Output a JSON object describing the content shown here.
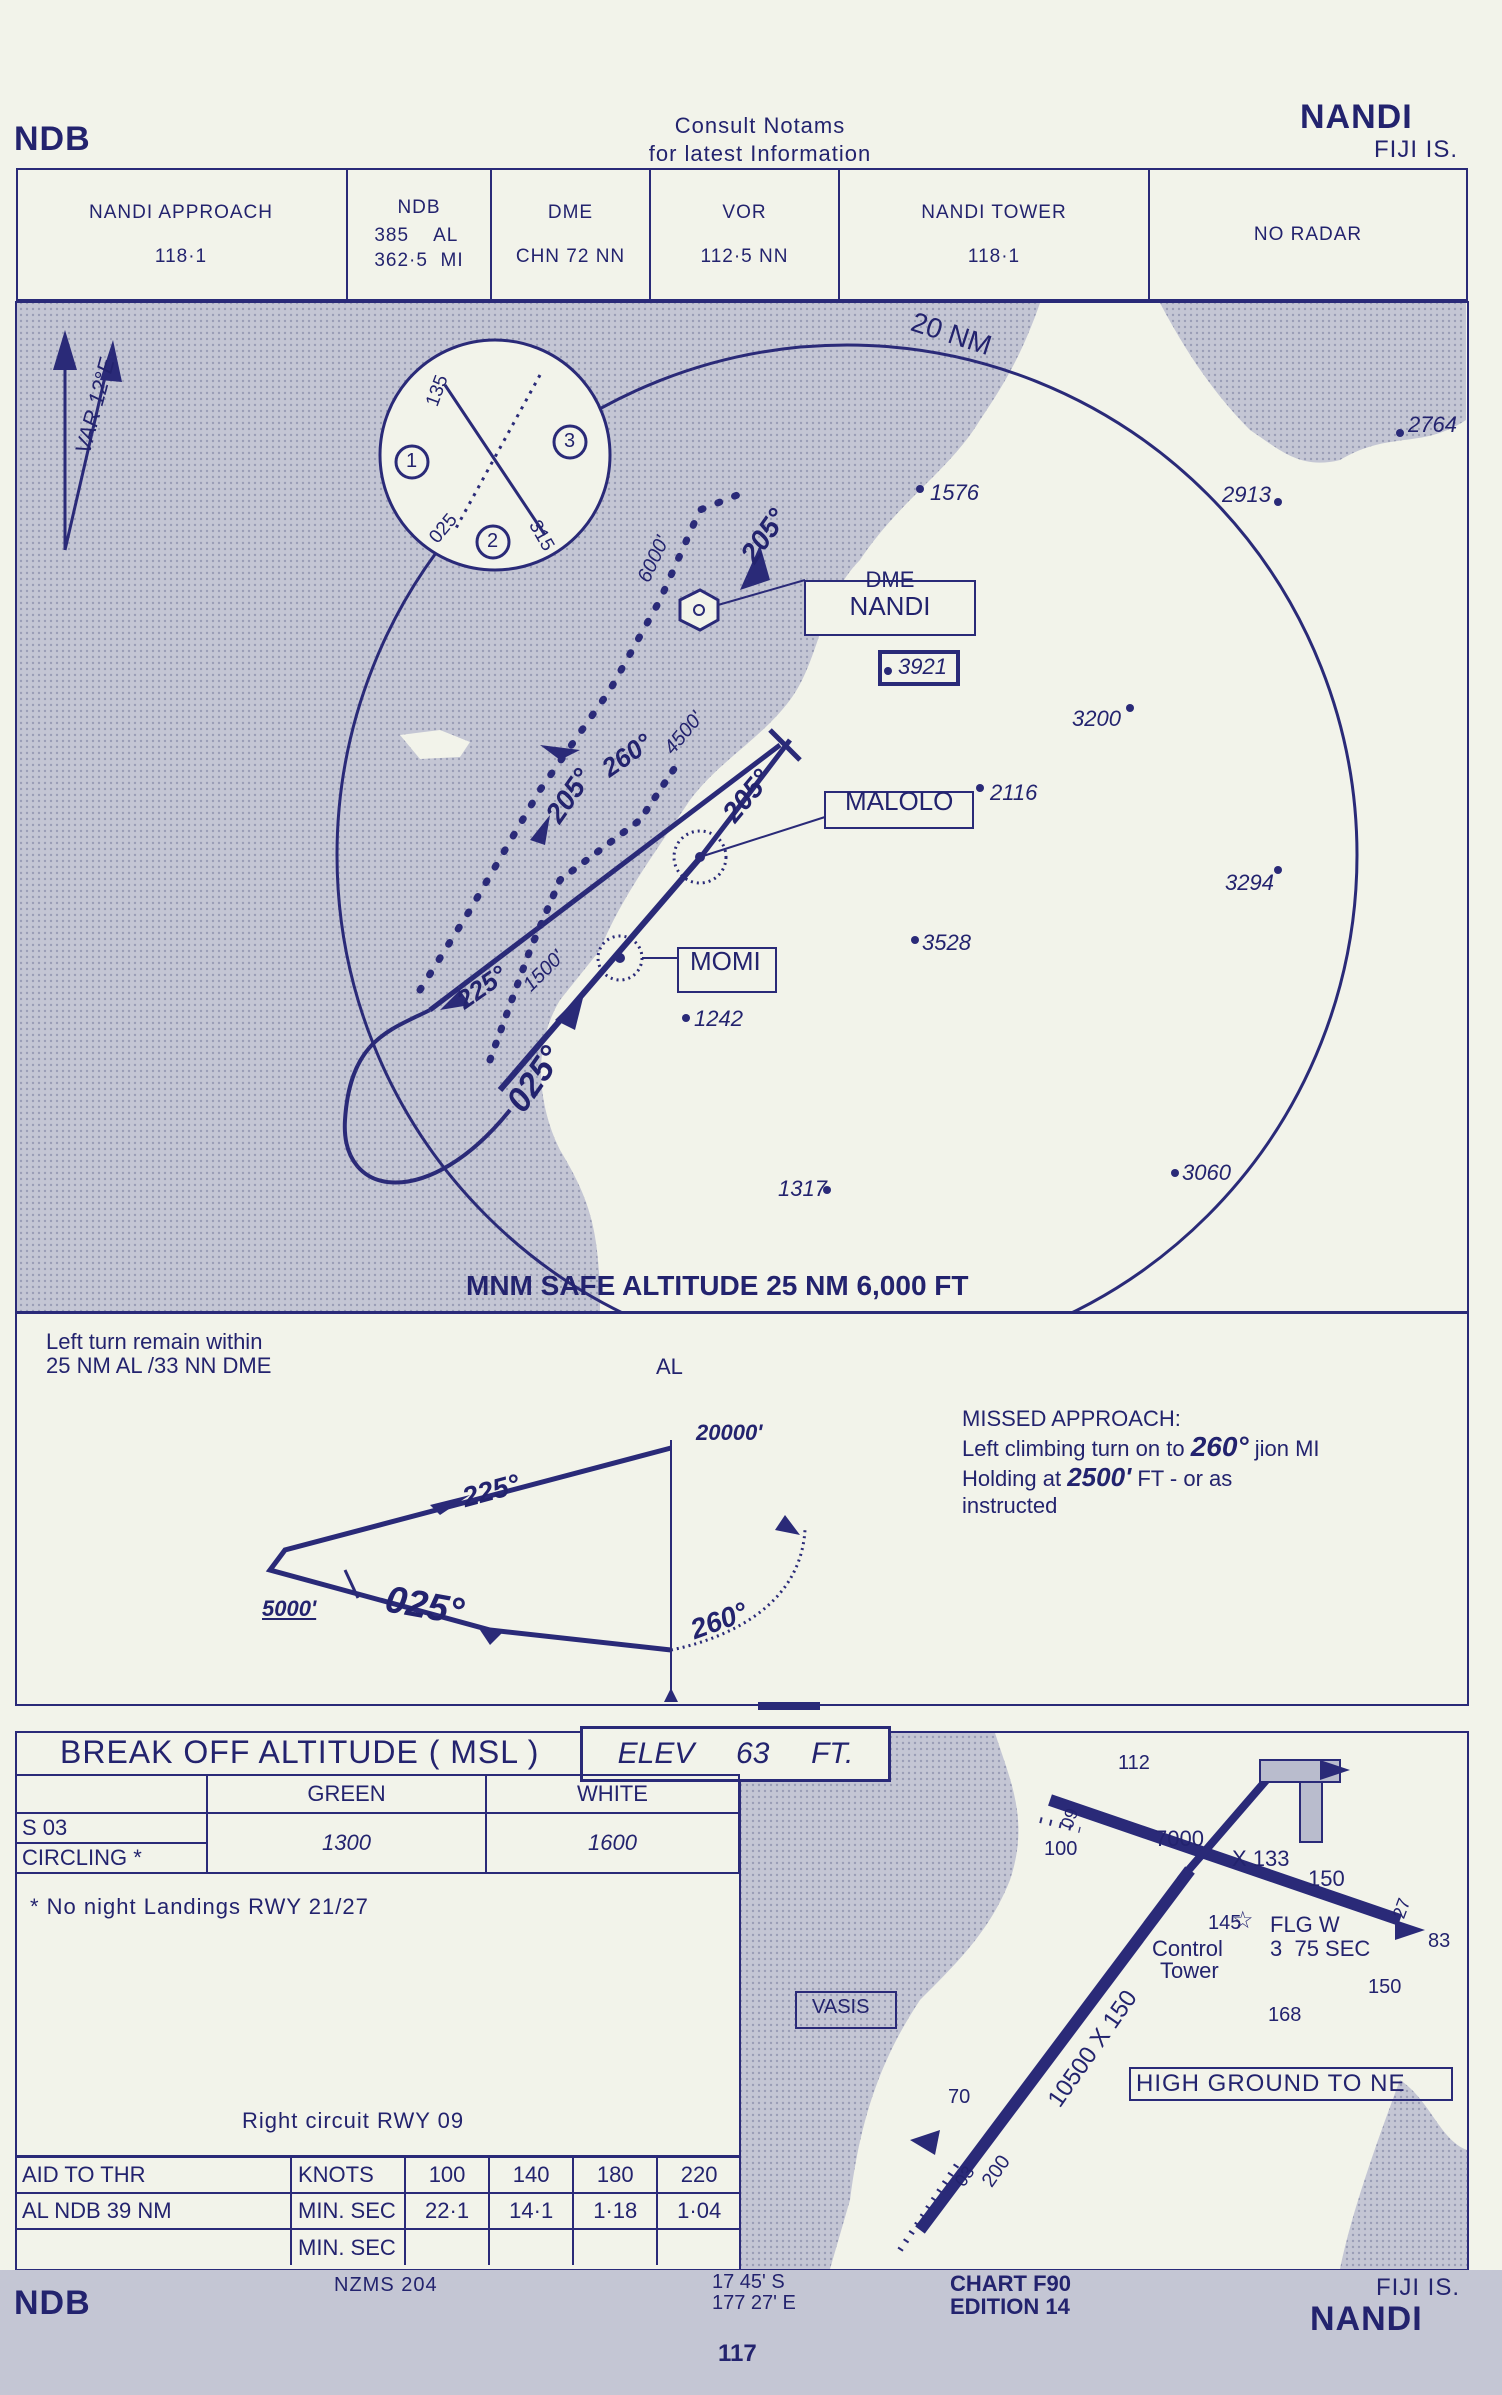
{
  "header": {
    "left": "NDB",
    "notice_line1": "Consult  Notams",
    "notice_line2": "for  latest  Information",
    "title": "NANDI",
    "subtitle": "FIJI IS."
  },
  "frequencies": [
    {
      "label": "NANDI APPROACH",
      "value": "118·1"
    },
    {
      "label": "NDB",
      "value": "385    AL\n362·5  MI"
    },
    {
      "label": "DME",
      "value": "CHN  72  NN"
    },
    {
      "label": "VOR",
      "value": "112·5  NN"
    },
    {
      "label": "NANDI TOWER",
      "value": "118·1"
    },
    {
      "label": "NO RADAR",
      "value": ""
    }
  ],
  "plan": {
    "var_label": "VAR 12°E",
    "ring_label": "20 NM",
    "dme_box_line1": "DME",
    "dme_box_line2": "NANDI",
    "malolo_label": "MALOLO",
    "momi_label": "MOMI",
    "elev_box": "3921",
    "spot_heights": [
      "2764",
      "2913",
      "1576",
      "3200",
      "2116",
      "3294",
      "3528",
      "1242",
      "1317",
      "3060"
    ],
    "track_labels": [
      "205°",
      "260°",
      "4500'",
      "205°",
      "205°",
      "225°",
      "1500'",
      "025°",
      "6000'"
    ],
    "hold_labels": [
      "135",
      "025",
      "315",
      "1",
      "2",
      "3"
    ],
    "msa": "MNM SAFE ALTITUDE 25 NM  6,000 FT"
  },
  "profile": {
    "note_line1": "Left turn remain within",
    "note_line2": "25 NM AL   /33 NN DME",
    "beacon": "AL",
    "alt_top": "20000'",
    "alt_low": "5000'",
    "trk_out": "225°",
    "trk_in": "025°",
    "trk_missed": "260°",
    "missed_title": "MISSED APPROACH:",
    "missed_l1a": "Left climbing turn on  to ",
    "missed_l1b": "260°",
    "missed_l1c": " jion MI",
    "missed_l2a": "Holding at ",
    "missed_l2b": "2500'",
    "missed_l2c": "  FT - or as",
    "missed_l3": "instructed"
  },
  "minima": {
    "title": "BREAK OFF ALTITUDE ( MSL )",
    "elev": "ELEV     63     FT.",
    "col_green": "GREEN",
    "col_white": "WHITE",
    "row1_label": "S 03",
    "row2_label": "CIRCLING *",
    "green_value": "1300",
    "white_value": "1600",
    "note": "* No night Landings RWY 21/27",
    "circuit": "Right circuit RWY 09"
  },
  "timing": {
    "aid_label": "AID TO   THR",
    "aid_value": "AL  NDB  39 NM",
    "knots_label": "KNOTS",
    "minsec_label": "MIN. SEC",
    "speeds": [
      "100",
      "140",
      "180",
      "220"
    ],
    "times": [
      "22·1",
      "14·1",
      "1·18",
      "1·04"
    ]
  },
  "aerodrome": {
    "vasis": "VASIS",
    "high_ground": "HIGH GROUND  TO NE",
    "rwy_main": "10500 X 150",
    "rwy_cross": "7000",
    "cross_x": "X 133",
    "cross_150": "150",
    "beacon": "FLG W",
    "beacon2": "3  75 SEC",
    "tower1": "Control",
    "tower2": "Tower",
    "obstacles": [
      "112",
      "100",
      "145",
      "168",
      "150",
      "83",
      "70",
      "200"
    ],
    "rwy_nums": [
      "27",
      "03",
      "09"
    ]
  },
  "footer": {
    "left": "NDB",
    "nzms": "NZMS  204",
    "lat": "17  45' S",
    "lon": "177  27' E",
    "page": "117",
    "chart": "CHART F90",
    "edition": "EDITION 14",
    "region": "FIJI IS.",
    "name": "NANDI"
  },
  "colors": {
    "ink": "#23236e",
    "paper": "#f2f3ea",
    "land": "#b9bccd"
  }
}
